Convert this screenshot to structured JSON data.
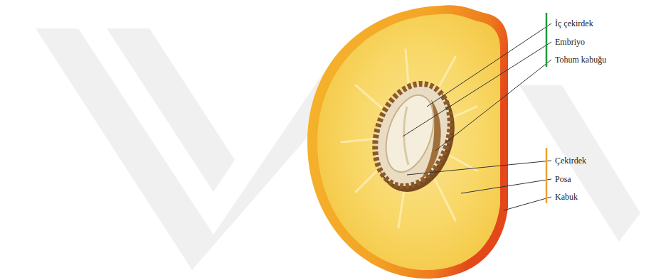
{
  "diagram": {
    "labels": [
      "İç çekirdek",
      "Embriyo",
      "Tohum kabuğu",
      "Çekirdek",
      "Posa",
      "Kabuk"
    ]
  }
}
